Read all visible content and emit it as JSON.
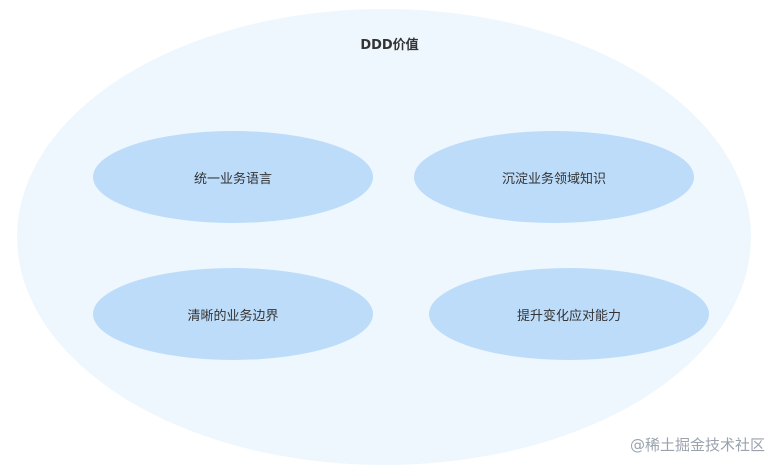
{
  "diagram": {
    "title": "DDD价值",
    "items": [
      {
        "label": "统一业务语言"
      },
      {
        "label": "沉淀业务领域知识"
      },
      {
        "label": "清晰的业务边界"
      },
      {
        "label": "提升变化应对能力"
      }
    ]
  },
  "watermark": "@稀土掘金技术社区",
  "colors": {
    "outer_fill": "#eef7fe",
    "inner_fill": "#bcdcfa",
    "text": "#333333"
  }
}
